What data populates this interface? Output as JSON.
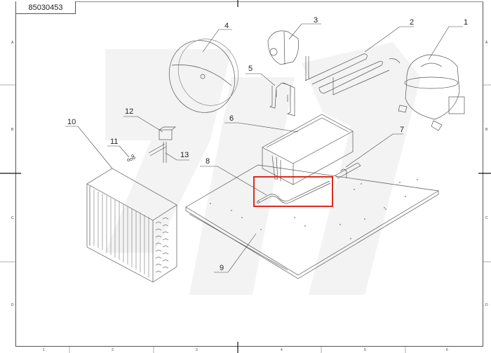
{
  "drawing": {
    "part_number": "85030453",
    "row_labels": [
      "A",
      "B",
      "C",
      "D"
    ],
    "column_labels": [
      "1",
      "2",
      "3",
      "4",
      "5",
      "6"
    ],
    "callouts": [
      {
        "id": "1",
        "label": "1",
        "part": "compressor"
      },
      {
        "id": "2",
        "label": "2",
        "part": "condenser-tube-coil"
      },
      {
        "id": "3",
        "label": "3",
        "part": "fan-motor"
      },
      {
        "id": "4",
        "label": "4",
        "part": "fan-blade-disc"
      },
      {
        "id": "5",
        "label": "5",
        "part": "motor-bracket"
      },
      {
        "id": "6",
        "label": "6",
        "part": "drip-tray"
      },
      {
        "id": "7",
        "label": "7",
        "part": "filter-drier"
      },
      {
        "id": "8",
        "label": "8",
        "part": "capillary-tube"
      },
      {
        "id": "9",
        "label": "9",
        "part": "base-plate"
      },
      {
        "id": "10",
        "label": "10",
        "part": "condenser"
      },
      {
        "id": "11",
        "label": "11",
        "part": "fittings"
      },
      {
        "id": "12",
        "label": "12",
        "part": "valve-body"
      },
      {
        "id": "13",
        "label": "13",
        "part": "valve-pipe"
      }
    ],
    "highlight": {
      "target": "8",
      "color": "#e02b1f"
    }
  }
}
